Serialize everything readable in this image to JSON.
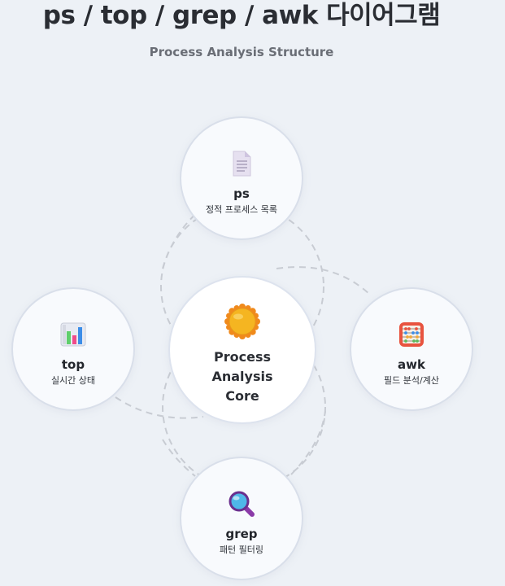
{
  "page": {
    "title": "ps / top / grep / awk 다이어그램",
    "subtitle": "Process Analysis Structure"
  },
  "center": {
    "title_lines": [
      "Process",
      "Analysis",
      "Core"
    ],
    "icon": "sun-icon",
    "colors": {
      "fill": "#f5b521",
      "rays": "#f08a1c"
    }
  },
  "nodes": {
    "ps": {
      "title": "ps",
      "desc": "정적 프로세스 목록",
      "icon": "document-icon"
    },
    "top": {
      "title": "top",
      "desc": "실시간 상태",
      "icon": "bar-chart-icon"
    },
    "awk": {
      "title": "awk",
      "desc": "필드 분석/계산",
      "icon": "abacus-icon"
    },
    "grep": {
      "title": "grep",
      "desc": "패턴 필터링",
      "icon": "magnifier-icon"
    }
  },
  "colors": {
    "background": "#edf1f6",
    "node_fill": "#f8fafd",
    "node_border": "#d9dfea",
    "connector": "#c8ccd3"
  }
}
